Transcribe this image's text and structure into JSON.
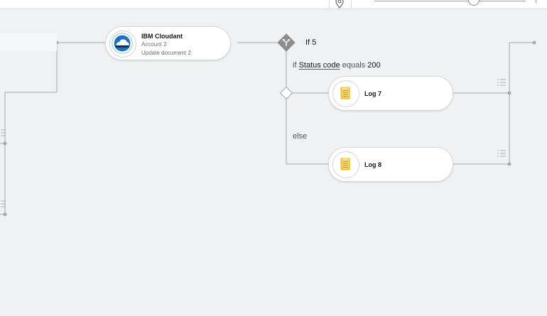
{
  "nodes": {
    "cloudant": {
      "title": "IBM Cloudant",
      "account": "Account 2",
      "action": "Update document 2"
    },
    "if_node": {
      "label": "If 5"
    },
    "condition": {
      "prefix": "if",
      "field": "Status code",
      "operator": "equals",
      "value": "200"
    },
    "else_label": "else",
    "log7": {
      "title": "Log 7"
    },
    "log8": {
      "title": "Log 8"
    }
  },
  "colors": {
    "background": "#f0f1f2",
    "wire": "#a8a8a8",
    "log_icon": "#f1c21b",
    "cloudant_icon": "#0072c3",
    "condition_underline": "#0f62fe"
  }
}
